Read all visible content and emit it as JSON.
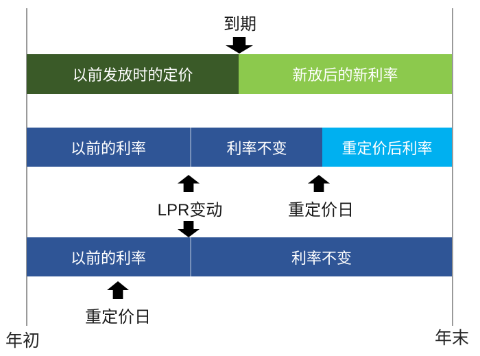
{
  "colors": {
    "dark_green": "#3a5a28",
    "light_green": "#8cc94d",
    "blue": "#2f5596",
    "cyan": "#00b0f0",
    "arrow_black": "#000000",
    "guide_line_gray": "#9a9a9a",
    "bar_text_white": "#ffffff",
    "annotation_text": "#1a1a1a"
  },
  "icons": {
    "maturity_arrow": "block-arrow-down",
    "lpr_up_arrow": "block-arrow-up",
    "lpr_down_arrow": "block-arrow-down",
    "repricing_mid_arrow": "block-arrow-up",
    "repricing_bottom_arrow": "block-arrow-up"
  },
  "top_annotation": {
    "maturity_label": "到期"
  },
  "bar_loan": {
    "segments": [
      {
        "label": "以前发放时的定价",
        "color": "#3a5a28"
      },
      {
        "label": "新放后的新利率",
        "color": "#8cc94d"
      }
    ]
  },
  "bar_reprice_mid": {
    "segments": [
      {
        "label": "以前的利率",
        "color": "#2f5596"
      },
      {
        "label": "利率不变",
        "color": "#2f5596"
      },
      {
        "label": "重定价后利率",
        "color": "#00b0f0"
      }
    ]
  },
  "bar_reprice_early": {
    "segments": [
      {
        "label": "以前的利率",
        "color": "#2f5596"
      },
      {
        "label": "利率不变",
        "color": "#2f5596"
      }
    ]
  },
  "annotations": {
    "lpr_change_label": "LPR变动",
    "repricing_day_mid_label": "重定价日",
    "repricing_day_bottom_label": "重定价日"
  },
  "timeline": {
    "start_label": "年初",
    "end_label": "年末"
  }
}
